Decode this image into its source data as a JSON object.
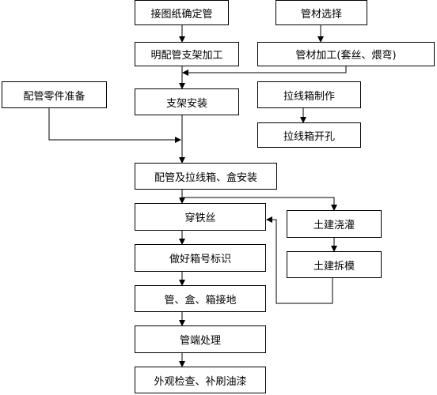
{
  "flowchart": {
    "boxes": {
      "drawing_pipe": "接图纸确定管",
      "pipe_select": "管材选择",
      "bracket_process": "明配管支架加工",
      "pipe_process": "管材加工(套丝、煨弯)",
      "parts_prep": "配管零件准备",
      "bracket_install": "支架安装",
      "pullbox_make": "拉线箱制作",
      "pullbox_hole": "拉线箱开孔",
      "pipe_box_install": "配管及拉线箱、盒安装",
      "wire_thread": "穿铁丝",
      "civil_pour": "土建浇灌",
      "box_marking": "做好箱号标识",
      "grounding": "管、盒、箱接地",
      "civil_formwork": "土建拆模",
      "pipe_end": "管端处理",
      "inspection": "外观检查、补刷油漆"
    }
  }
}
